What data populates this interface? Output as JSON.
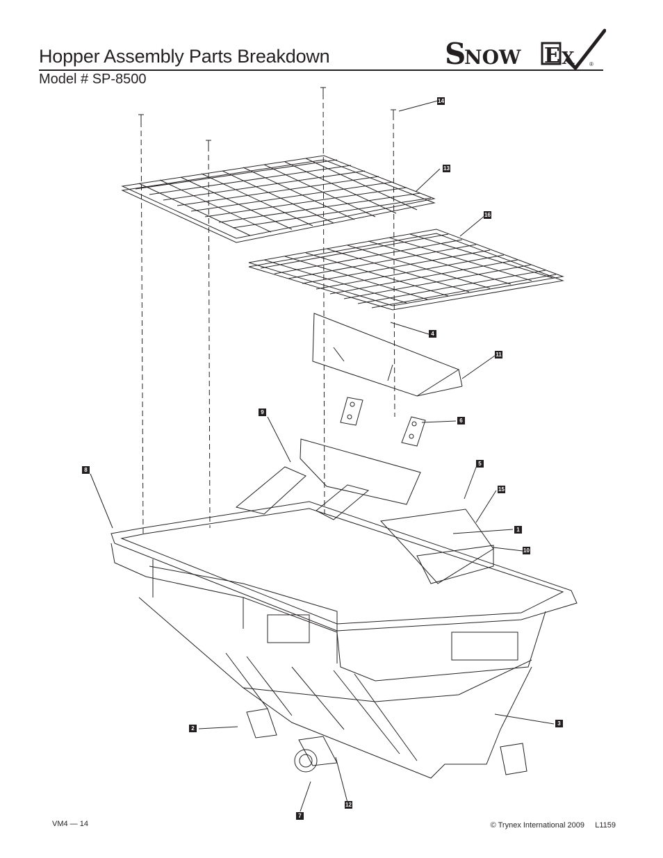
{
  "header": {
    "title": "Hopper Assembly Parts Breakdown",
    "subtitle": "Model # SP-8500",
    "logo_text": "SnowEx"
  },
  "callouts": {
    "c1": "1",
    "c2": "2",
    "c3": "3",
    "c4": "4",
    "c5": "5",
    "c6": "6",
    "c7": "7",
    "c8": "8",
    "c9": "9",
    "c10": "10",
    "c11": "11",
    "c12": "12",
    "c13": "13",
    "c14": "14",
    "c15": "15",
    "c16": "16"
  },
  "footer": {
    "page": "VM4 — 14",
    "copyright": "© Trynex International 2009     L1159"
  },
  "colors": {
    "ink": "#231f20",
    "background": "#ffffff"
  }
}
